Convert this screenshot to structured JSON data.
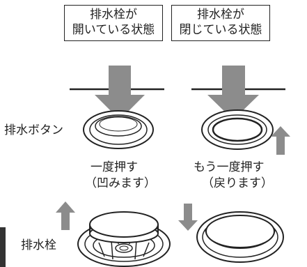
{
  "panels": {
    "open": {
      "title_line1": "排水栓が",
      "title_line2": "開いている状態"
    },
    "closed": {
      "title_line1": "排水栓が",
      "title_line2": "閉じている状態"
    }
  },
  "labels": {
    "drain_button": "排水ボタン",
    "press_once": "一度押す",
    "recessed": "（凹みます）",
    "press_again": "もう一度押す",
    "returns": "（戻ります）",
    "drain_plug": "排水栓"
  },
  "colors": {
    "arrow": "#8c8c8c",
    "line": "#222222"
  }
}
